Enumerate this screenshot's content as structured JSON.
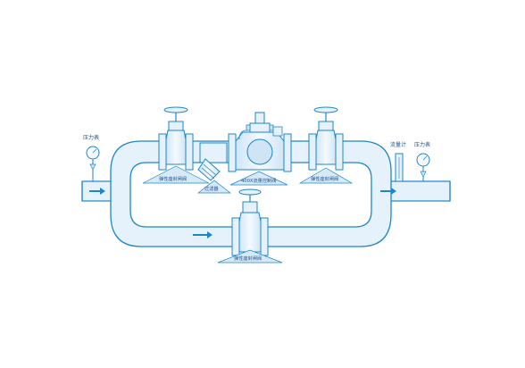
{
  "labels": {
    "gate_valve": "弹性座封闸阀",
    "strainer": "过滤器",
    "control_valve": "400X流量控制阀",
    "pressure_gauge": "压力表",
    "flow_meter": "流量计"
  },
  "colors": {
    "pipe_fill": "#e6f2fb",
    "line": "#1e86c8",
    "tag_fill": "#d6e9f7",
    "arrow": "#1e86c8",
    "text": "#1f4f8a"
  },
  "flow": "left-to-right"
}
